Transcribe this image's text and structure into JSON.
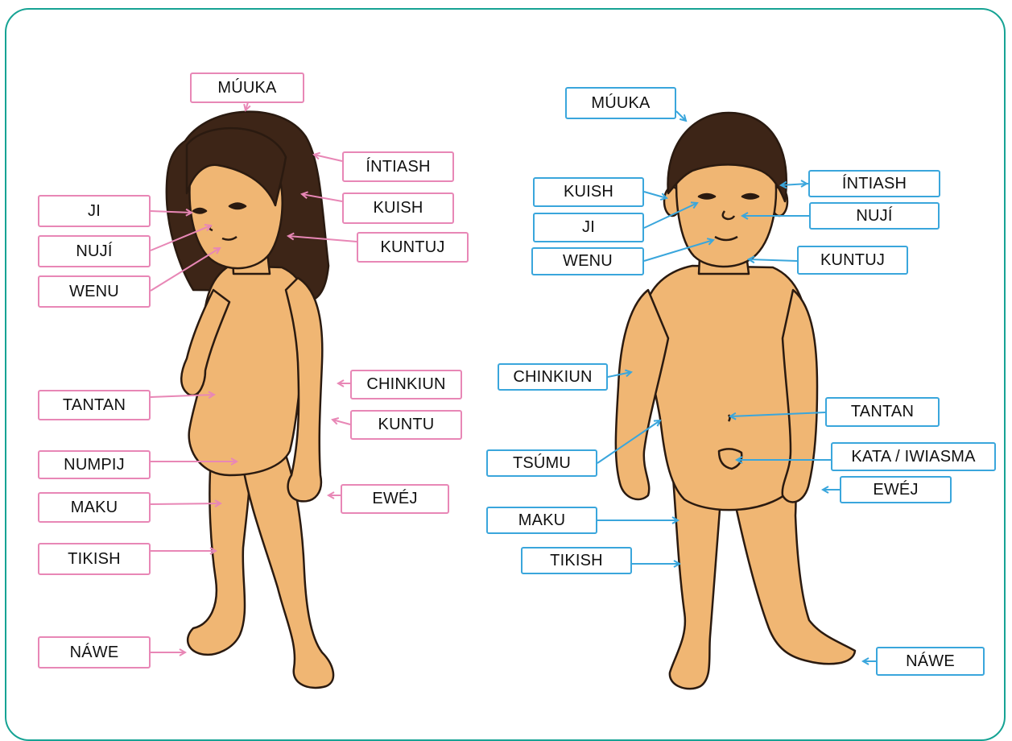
{
  "colors": {
    "frame": "#16a394",
    "girl_labels": "#e887b6",
    "boy_labels": "#3aa6dc",
    "skin": "#f0b673",
    "hair": "#3d2517"
  },
  "girl": {
    "muuka": "MÚUKA",
    "intiash": "ÍNTIASH",
    "ji": "JI",
    "kuish": "KUISH",
    "nuji": "NUJÍ",
    "kuntuj": "KUNTUJ",
    "wenu": "WENU",
    "chinkiun": "CHINKIUN",
    "tantan": "TANTAN",
    "kuntu": "KUNTU",
    "numpij": "NUMPIJ",
    "ewej": "EWÉJ",
    "maku": "MAKU",
    "tikish": "TIKISH",
    "nawe": "NÁWE"
  },
  "boy": {
    "muuka": "MÚUKA",
    "kuish": "KUISH",
    "intiash": "ÍNTIASH",
    "ji": "JI",
    "nuji": "NUJÍ",
    "wenu": "WENU",
    "kuntuj": "KUNTUJ",
    "chinkiun": "CHINKIUN",
    "tantan": "TANTAN",
    "tsumu": "TSÚMU",
    "kata_iwiasma": "KATA / IWIASMA",
    "ewej": "EWÉJ",
    "maku": "MAKU",
    "tikish": "TIKISH",
    "nawe": "NÁWE"
  }
}
